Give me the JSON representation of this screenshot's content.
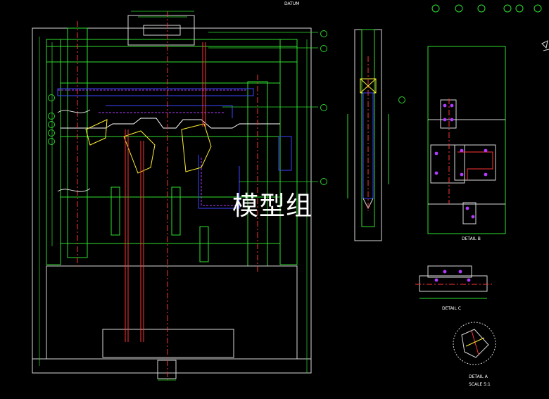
{
  "drawing": {
    "datum_label": "DATUM",
    "watermark": "模型组",
    "detail_b_label": "DETAIL B",
    "detail_c_label": "DETAIL C",
    "detail_a_label": "DETAIL A",
    "detail_a_scale": "SCALE 5:1"
  },
  "colors": {
    "outline": "#ffffff",
    "mold_plate": "#00e000",
    "section_blue": "#3344ff",
    "section_purple": "#bb33ff",
    "ejector_red": "#ff3333",
    "part_yellow": "#ffee33",
    "callout_green": "#2ed12e"
  }
}
